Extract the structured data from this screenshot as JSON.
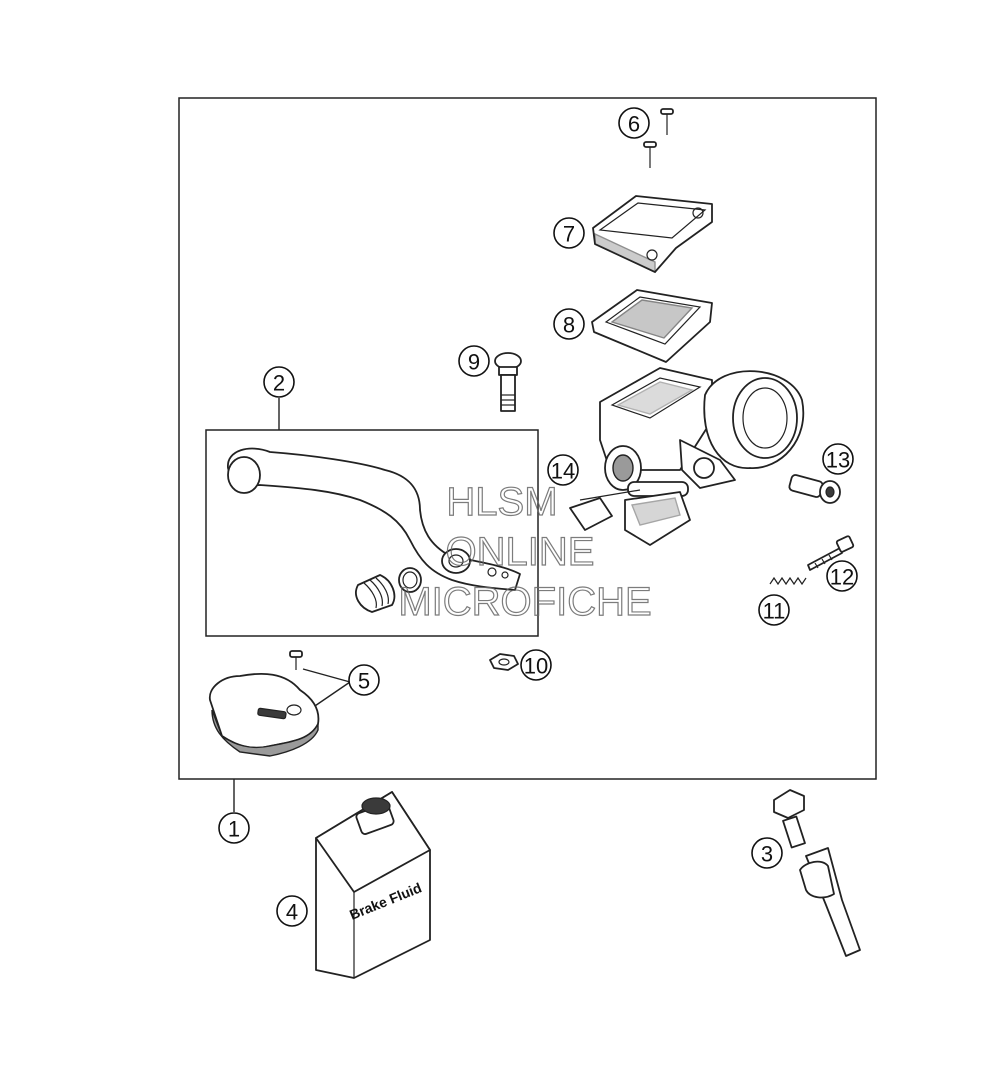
{
  "callouts": [
    {
      "id": "1",
      "label": "1"
    },
    {
      "id": "2",
      "label": "2"
    },
    {
      "id": "3",
      "label": "3"
    },
    {
      "id": "4",
      "label": "4"
    },
    {
      "id": "5",
      "label": "5"
    },
    {
      "id": "6",
      "label": "6"
    },
    {
      "id": "7",
      "label": "7"
    },
    {
      "id": "8",
      "label": "8"
    },
    {
      "id": "9",
      "label": "9"
    },
    {
      "id": "10",
      "label": "10"
    },
    {
      "id": "11",
      "label": "11"
    },
    {
      "id": "12",
      "label": "12"
    },
    {
      "id": "13",
      "label": "13"
    },
    {
      "id": "14",
      "label": "14"
    }
  ],
  "bottle_label": "Brake Fluid",
  "watermark": {
    "line1": "HLSM",
    "line2": "ONLINE",
    "line3": "MICROFICHE"
  },
  "colors": {
    "line": "#222222",
    "shade": "#9a9a9a",
    "background": "#ffffff"
  }
}
